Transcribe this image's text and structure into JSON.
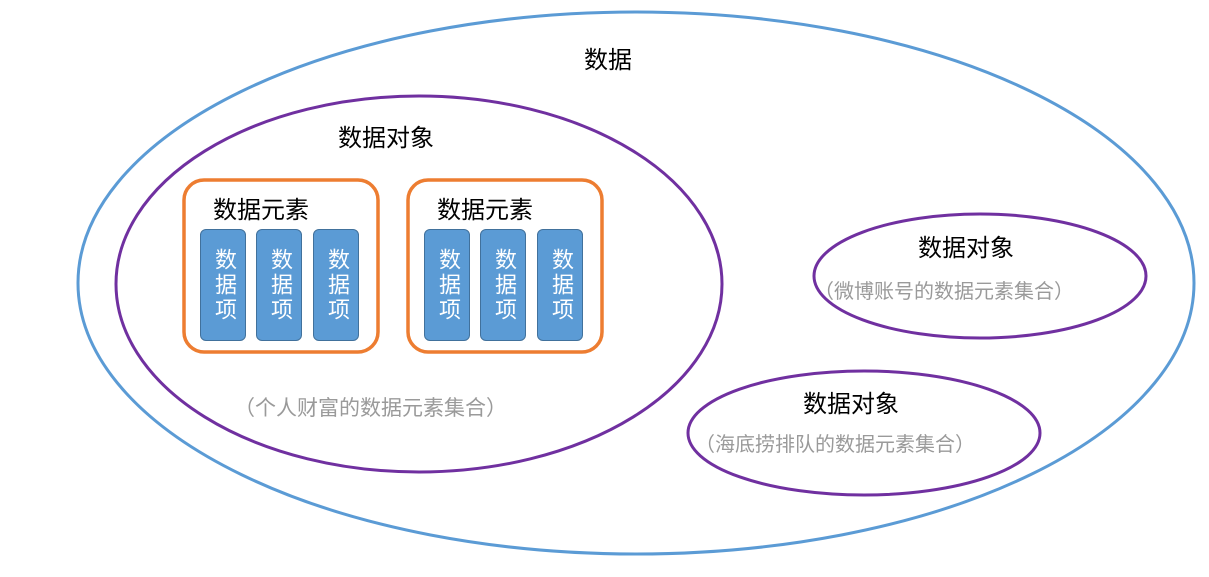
{
  "colors": {
    "data_ellipse": "#5b9bd5",
    "object_ellipse": "#7030a0",
    "element_box": "#ed7d31",
    "item_fill": "#5b9bd5",
    "caption_text": "#9a9a9a"
  },
  "data": {
    "label": "数据"
  },
  "objects": [
    {
      "label": "数据对象",
      "caption": "（个人财富的数据元素集合）",
      "elements": [
        {
          "label": "数据元素",
          "items": [
            "数据项",
            "数据项",
            "数据项"
          ]
        },
        {
          "label": "数据元素",
          "items": [
            "数据项",
            "数据项",
            "数据项"
          ]
        }
      ]
    },
    {
      "label": "数据对象",
      "caption": "（微博账号的数据元素集合）"
    },
    {
      "label": "数据对象",
      "caption": "（海底捞排队的数据元素集合）"
    }
  ]
}
